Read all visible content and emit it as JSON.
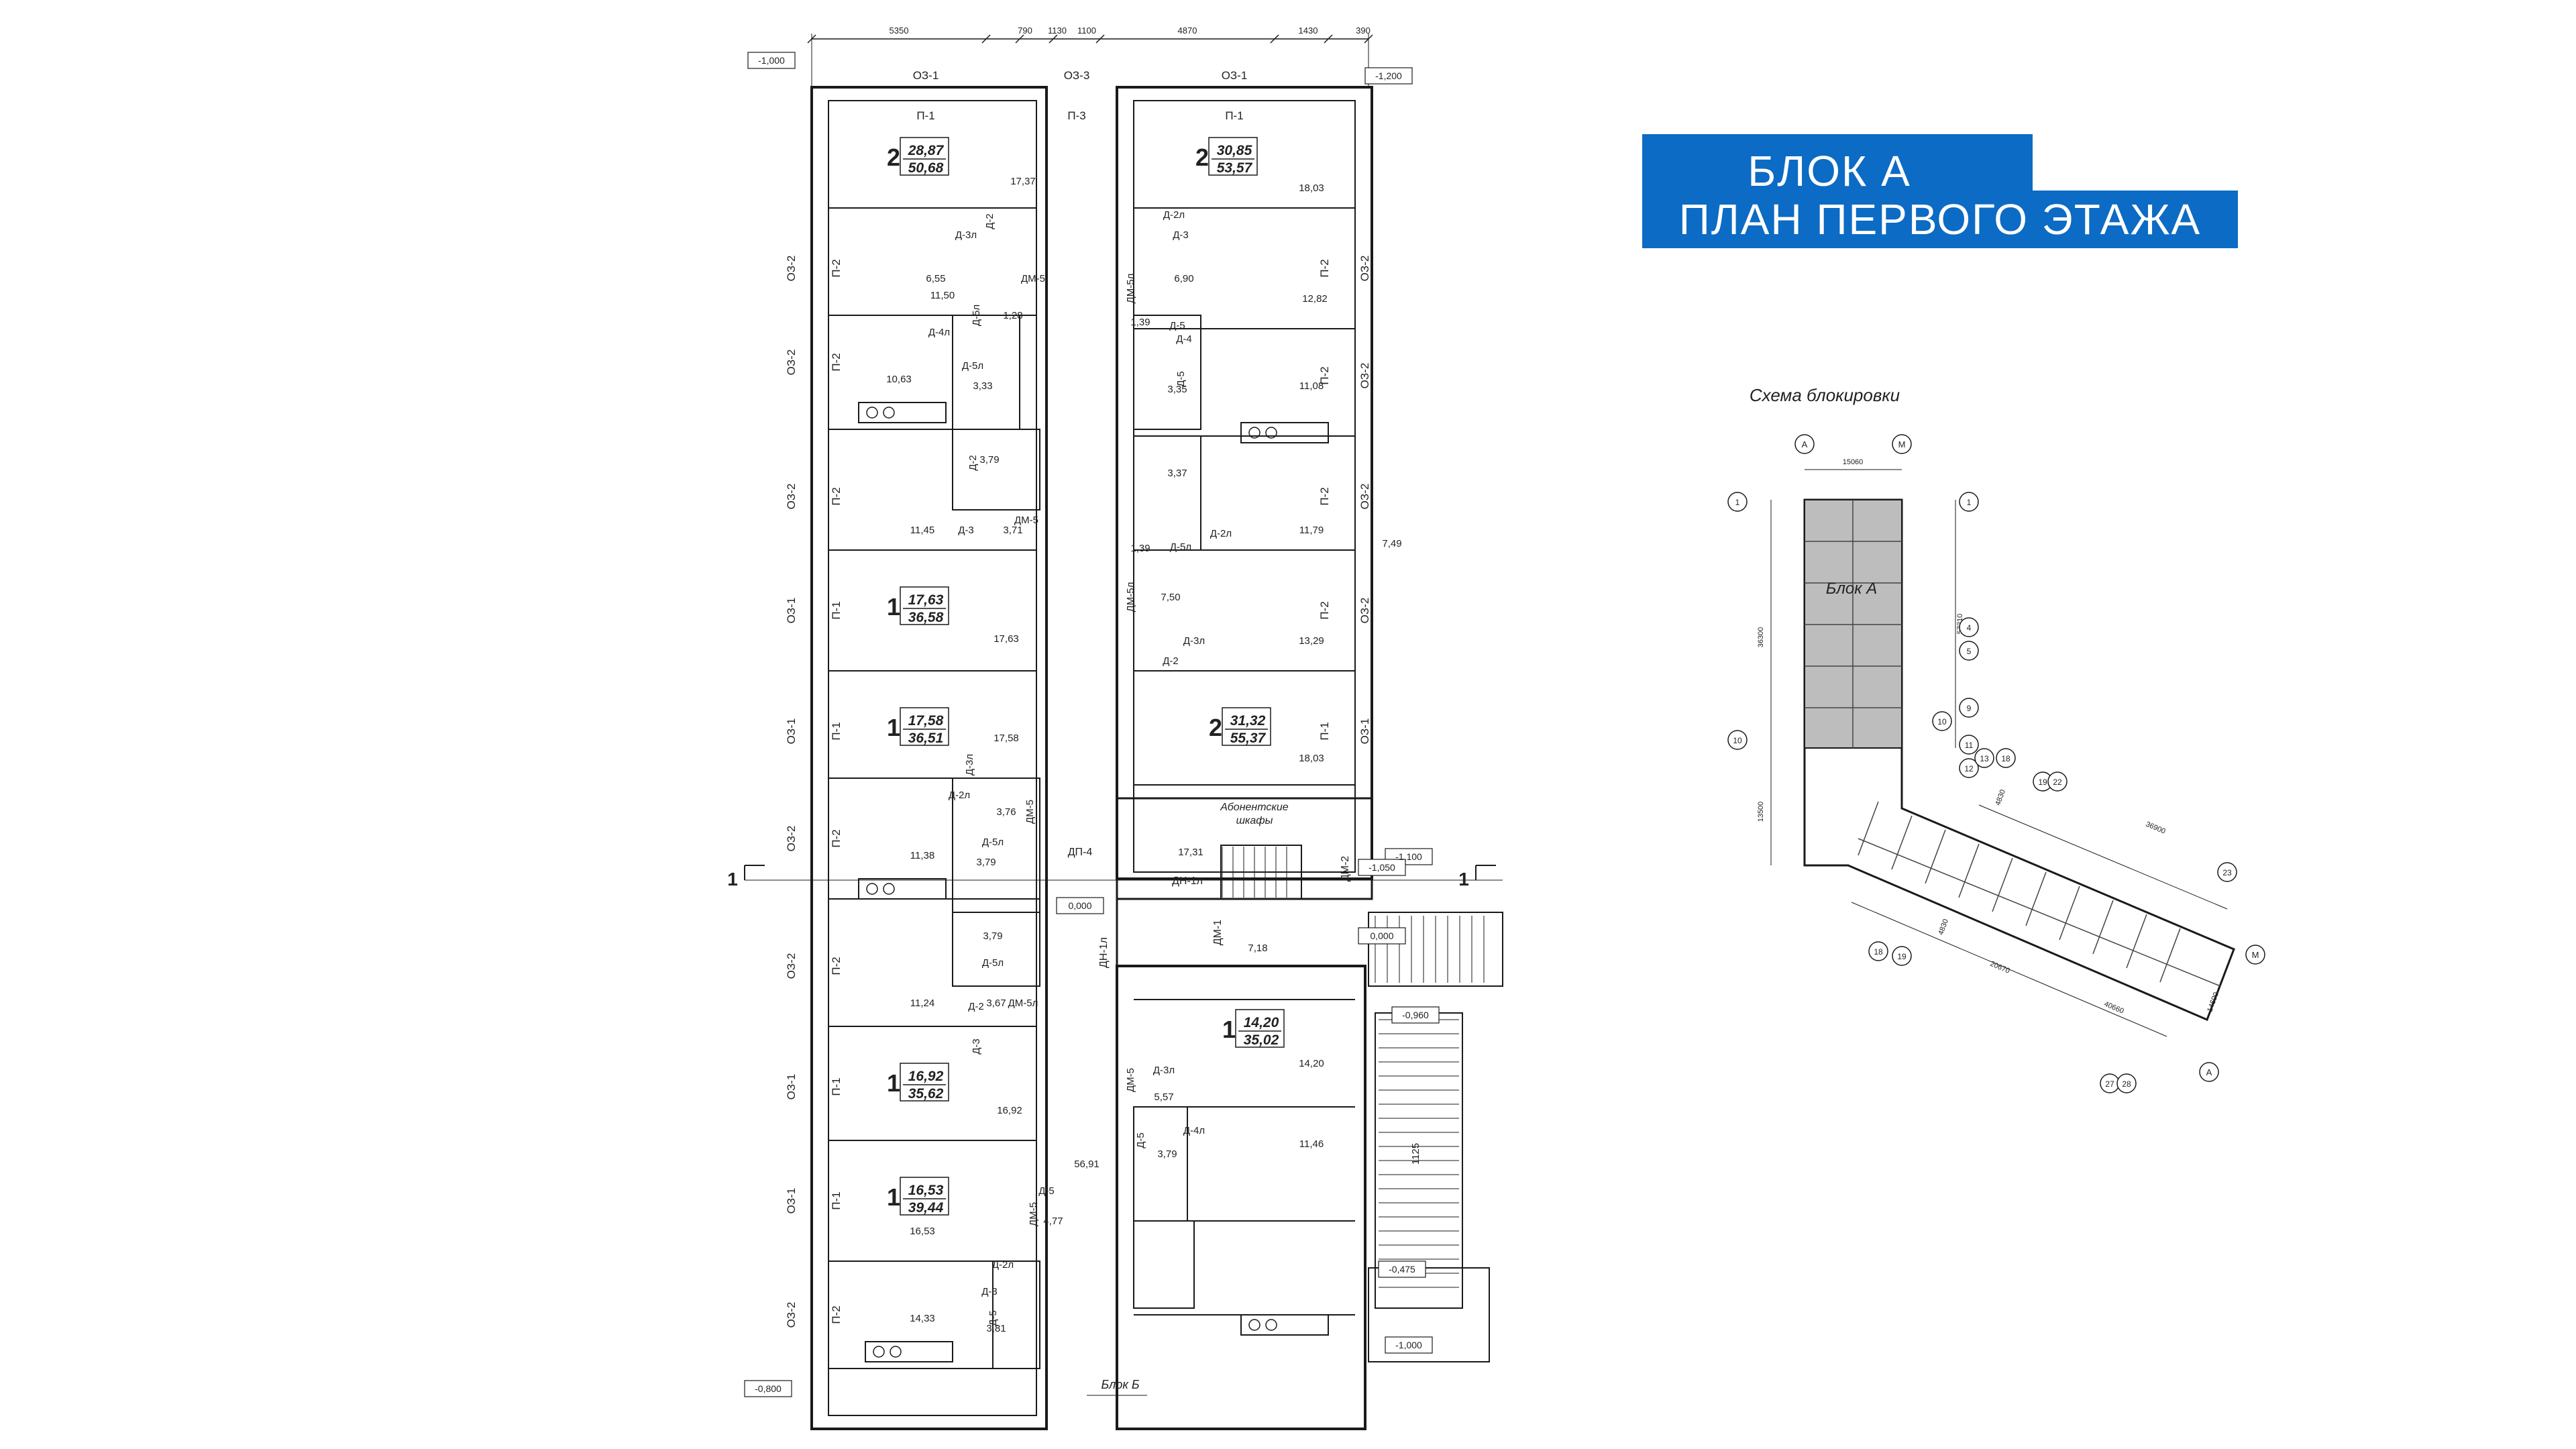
{
  "title": {
    "line1": "БЛОК А",
    "line2": "ПЛАН ПЕРВОГО ЭТАЖА"
  },
  "colors": {
    "title_bg": "#0c6bc4",
    "apartment_marker": "#d0021b",
    "line": "#1a1a1a"
  },
  "dimensions_top": [
    "5350",
    "790",
    "1130",
    "1100",
    "4870",
    "1430",
    "390"
  ],
  "levels": [
    "-1,000",
    "-1,200",
    "-1,100",
    "-1,050",
    "0,000",
    "0,000",
    "-0,960",
    "-0,475",
    "-1,000",
    "-0,800"
  ],
  "section_marker": "1",
  "window_tags": {
    "top": [
      "ОЗ-1",
      "ОЗ-3",
      "ОЗ-1",
      "П-1",
      "П-3",
      "П-1"
    ],
    "left": [
      "ОЗ-2",
      "ОЗ-2",
      "ОЗ-2",
      "ОЗ-1",
      "ОЗ-1",
      "ОЗ-2",
      "ОЗ-2",
      "ОЗ-1",
      "ОЗ-1",
      "ОЗ-2"
    ],
    "left_inner": [
      "П-2",
      "П-2",
      "П-2",
      "П-1",
      "П-1",
      "П-2",
      "П-2",
      "П-1",
      "П-1",
      "П-2"
    ],
    "right": [
      "ОЗ-2",
      "ОЗ-2",
      "ОЗ-2",
      "ОЗ-2",
      "ОЗ-1"
    ],
    "right_inner": [
      "П-2",
      "П-2",
      "П-2",
      "П-2",
      "П-1"
    ]
  },
  "apartments": [
    {
      "rooms": "2",
      "living": "28,87",
      "total": "50,68"
    },
    {
      "rooms": "2",
      "living": "30,85",
      "total": "53,57"
    },
    {
      "rooms": "1",
      "living": "17,63",
      "total": "36,58"
    },
    {
      "rooms": "1",
      "living": "17,58",
      "total": "36,51"
    },
    {
      "rooms": "2",
      "living": "31,32",
      "total": "55,37"
    },
    {
      "rooms": "1",
      "living": "14,20",
      "total": "35,02"
    },
    {
      "rooms": "1",
      "living": "16,92",
      "total": "35,62"
    },
    {
      "rooms": "1",
      "living": "16,53",
      "total": "39,44"
    }
  ],
  "room_areas_left": [
    "17,37",
    "6,55",
    "11,50",
    "1,28",
    "10,63",
    "3,33",
    "3,79",
    "11,45",
    "3,71",
    "17,63",
    "17,58",
    "3,76",
    "11,38",
    "3,79",
    "3,79",
    "11,24",
    "3,67",
    "16,92",
    "16,53",
    "4,77",
    "14,33",
    "3,81"
  ],
  "room_areas_right": [
    "18,03",
    "6,90",
    "12,82",
    "1,39",
    "11,08",
    "3,35",
    "3,37",
    "11,79",
    "1,39",
    "7,50",
    "13,29",
    "18,03",
    "17,31",
    "7,18",
    "14,20",
    "5,57",
    "11,46",
    "3,79"
  ],
  "door_tags": [
    "Д-2",
    "Д-3л",
    "ДМ-5",
    "Д-5л",
    "Д-4л",
    "Д-5л",
    "Д-2",
    "Д-3",
    "ДМ-5",
    "Д-3л",
    "Д-2л",
    "Д-5л",
    "ДМ-5",
    "Д-5л",
    "Д-2",
    "Д-3",
    "ДМ-5л",
    "Д-5",
    "ДМ-5",
    "Д-3",
    "Д-2л",
    "Д-5",
    "Д-2л",
    "Д-3",
    "ДМ-5л",
    "Д-5",
    "Д-4",
    "Д-5",
    "Д-2л",
    "Д-5л",
    "ДМ-5л",
    "Д-3л",
    "Д-2",
    "ДМ-5",
    "Д-3л",
    "Д-4л",
    "Д-5"
  ],
  "corridor": {
    "area": "56,91",
    "door": "ДП-4",
    "entry_doors": [
      "ДН-1л",
      "ДН-1л",
      "ДМ-1",
      "ДМ-2"
    ]
  },
  "right_dims": [
    "7,49",
    "1125"
  ],
  "subscriber_cabinets": [
    "Абонентские",
    "шкафы"
  ],
  "block_b_label": "Блок Б",
  "scheme": {
    "title": "Схема блокировки",
    "block_label": "Блок А",
    "axes_letters": [
      "А",
      "М",
      "А",
      "М"
    ],
    "axes_numbers": [
      "1",
      "1",
      "4",
      "5",
      "9",
      "10",
      "10",
      "11",
      "12",
      "13",
      "18",
      "19",
      "22",
      "23",
      "27",
      "28",
      "18",
      "19"
    ],
    "dims": [
      "15060",
      "36300",
      "13500",
      "57210",
      "4830",
      "4830",
      "36900",
      "14600",
      "20670",
      "40660"
    ]
  }
}
